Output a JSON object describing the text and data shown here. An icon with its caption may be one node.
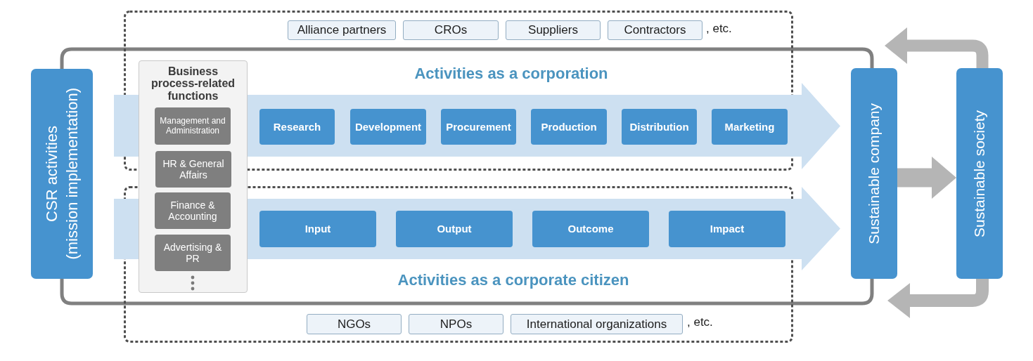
{
  "diagram": {
    "nodes": [
      {
        "text": [
          "CSR activities",
          "(mission implementation)"
        ]
      },
      {
        "text": [
          "Activities as a corporation"
        ]
      },
      {
        "text": [
          "Alliance partners"
        ],
        "in": 1
      },
      {
        "text": [
          "CROs"
        ],
        "in": 1
      },
      {
        "text": [
          "Suppliers"
        ],
        "in": 1
      },
      {
        "text": [
          "Contractors"
        ],
        "in": 1
      },
      {
        "text": [
          "Business process-related functions"
        ]
      },
      {
        "text": [
          "Management and Administration"
        ]
      },
      {
        "text": [
          "HR & General Affairs"
        ],
        "in": 6
      },
      {
        "text": [
          "Finance & Accounting"
        ]
      },
      {
        "text": [
          "Advertising & PR"
        ]
      },
      {
        "text": [],
        "shape": "arrow"
      },
      {
        "text": [
          "Research"
        ],
        "in": 11
      },
      {
        "text": [
          "Development"
        ],
        "in": 11
      },
      {
        "text": [
          "Procurement"
        ],
        "in": 11
      },
      {
        "text": [
          "Production"
        ],
        "in": 11
      },
      {
        "text": [
          "Distribution"
        ],
        "in": 11
      },
      {
        "text": [
          "Marketing"
        ],
        "in": 11
      },
      {
        "text": [
          "Sustainable company"
        ]
      },
      {
        "text": [
          "Sustainable society"
        ]
      },
      {
        "text": [
          "Activities as a corporate citizen"
        ]
      },
      {
        "text": [],
        "shape": "arrow"
      },
      {
        "text": [
          "Input"
        ],
        "in": 21
      },
      {
        "text": [
          "Output"
        ],
        "in": 21
      },
      {
        "text": [
          "Outcome"
        ],
        "in": 21
      },
      {
        "text": [
          "Impact"
        ],
        "in": 21
      },
      {
        "text": [
          "NGOs"
        ],
        "in": 20
      },
      {
        "text": [
          "NPOs"
        ],
        "in": 20
      },
      {
        "text": [
          "International organizations"
        ],
        "in": 20
      }
    ],
    "edges": [
      {
        "from": 0,
        "to": 18,
        "arrow": "none",
        "color": "#808080"
      },
      {
        "from": 0,
        "to": 18,
        "arrow": "none",
        "color": "#808080"
      },
      {
        "from": 18,
        "to": 19,
        "arrow": "to"
      },
      {
        "from": 19,
        "to": 18,
        "arrow": "to"
      },
      {
        "from": 19,
        "to": 18,
        "arrow": "to"
      }
    ],
    "labels": [
      ", etc.",
      ", etc."
    ]
  }
}
